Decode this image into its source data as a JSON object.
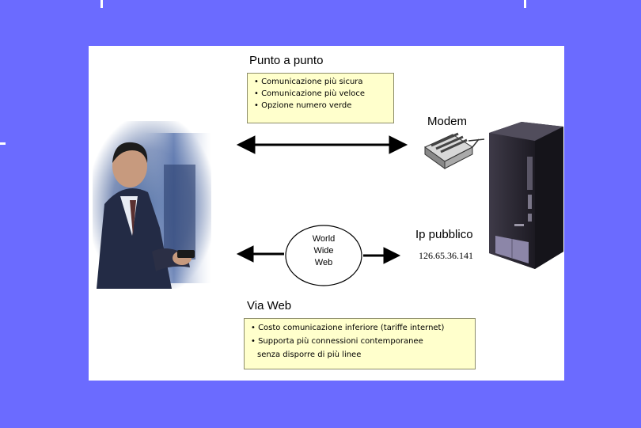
{
  "point_to_point": {
    "heading": "Punto a punto",
    "bullets": [
      "Comunicazione più sicura",
      "Comunicazione più veloce",
      "Opzione numero verde"
    ]
  },
  "modem": {
    "label": "Modem"
  },
  "internet": {
    "lines": [
      "World",
      "Wide",
      "Web"
    ]
  },
  "public_ip": {
    "label": "Ip pubblico",
    "address": "126.65.36.141"
  },
  "via_web": {
    "heading": "Via Web",
    "bullets": [
      "Costo comunicazione inferiore (tariffe internet)",
      "Supporta più connessioni contemporanee",
      "senza disporre di più linee"
    ]
  },
  "colors": {
    "background": "#6b6bff",
    "note_fill": "#ffffcc",
    "arrow": "#000000"
  }
}
